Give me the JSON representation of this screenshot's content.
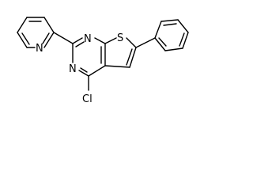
{
  "molecule": {
    "atoms": {
      "n1": "N",
      "n2": "N",
      "n3": "N",
      "s1": "S",
      "cl": "Cl"
    }
  }
}
